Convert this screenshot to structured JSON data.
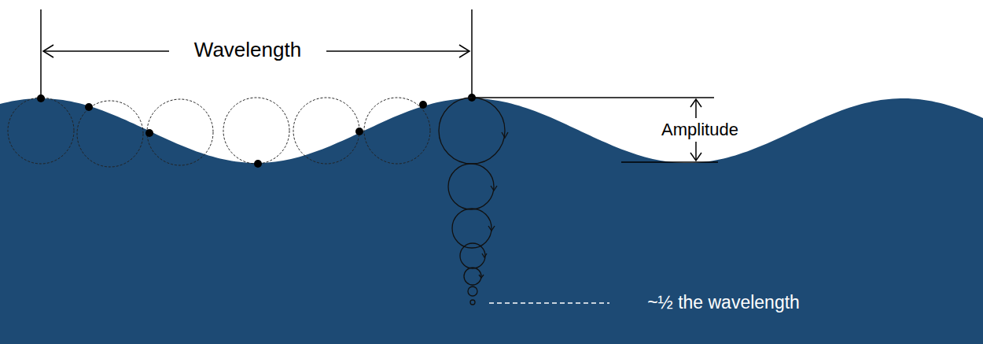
{
  "diagram": {
    "labels": [
      "Wavelength",
      "Amplitude",
      "~½ the wavelength"
    ]
  }
}
